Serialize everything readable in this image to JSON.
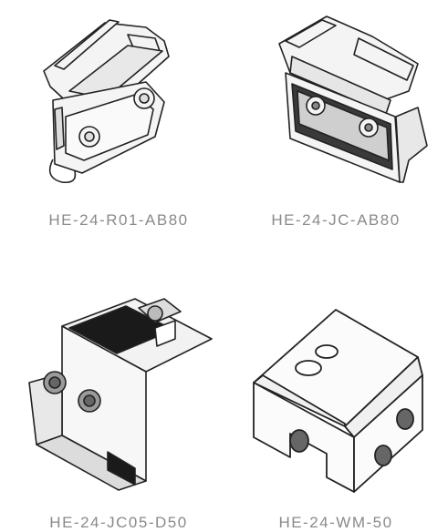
{
  "products": [
    {
      "code": "HE-24-R01-AB80",
      "icon": "rail-clamp-r01-icon"
    },
    {
      "code": "HE-24-JC-AB80",
      "icon": "rail-clamp-jc-icon"
    },
    {
      "code": "HE-24-JC05-D50",
      "icon": "end-clamp-jc05-icon"
    },
    {
      "code": "HE-24-WM-50",
      "icon": "weld-mount-block-icon"
    }
  ]
}
